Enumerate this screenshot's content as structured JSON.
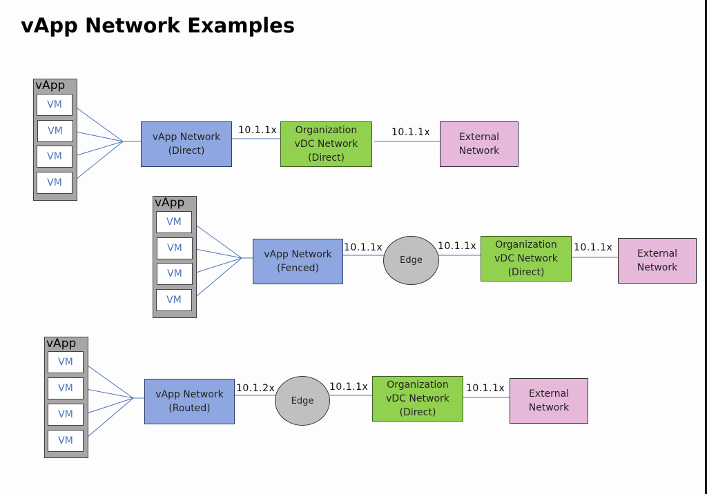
{
  "title": "vApp Network Examples",
  "diagrams": [
    {
      "vapp_label": "vApp",
      "vms": [
        "VM",
        "VM",
        "VM",
        "VM"
      ],
      "vapp_network": "vApp Network\n(Direct)",
      "vapp_network_color": "#8ea7e0",
      "links": [
        "10.1.1x",
        "10.1.1x"
      ],
      "org_network": "Organization\nvDC Network\n(Direct)",
      "org_network_color": "#92d050",
      "external_network": "External\nNetwork",
      "external_network_color": "#e6b8d9"
    },
    {
      "vapp_label": "vApp",
      "vms": [
        "VM",
        "VM",
        "VM",
        "VM"
      ],
      "vapp_network": "vApp Network\n(Fenced)",
      "links": [
        "10.1.1x",
        "10.1.1x",
        "10.1.1x"
      ],
      "edge": "Edge",
      "org_network": "Organization\nvDC Network\n(Direct)",
      "external_network": "External\nNetwork"
    },
    {
      "vapp_label": "vApp",
      "vms": [
        "VM",
        "VM",
        "VM",
        "VM"
      ],
      "vapp_network": "vApp Network\n(Routed)",
      "links": [
        "10.1.2x",
        "10.1.1x",
        "10.1.1x"
      ],
      "edge": "Edge",
      "org_network": "Organization\nvDC Network\n(Direct)",
      "external_network": "External\nNetwork"
    }
  ],
  "colors": {
    "vapp_container": "#a6a6a6",
    "vm_text": "#4a72b8",
    "edge_node": "#c0c0c0",
    "connector": "#4a72b8"
  }
}
